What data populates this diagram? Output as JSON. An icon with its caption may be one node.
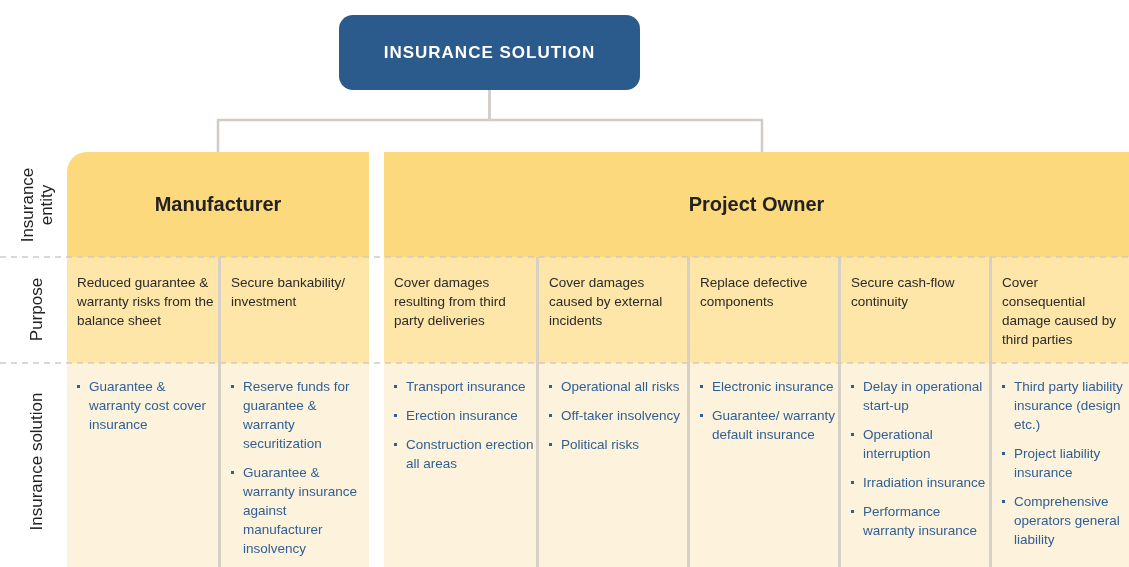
{
  "diagram": {
    "nodes": [
      {
        "text": [
          "INSURANCE SOLUTION"
        ]
      },
      {
        "text": [
          "Manufacturer"
        ]
      },
      {
        "text": [
          "Project Owner"
        ]
      },
      {
        "text": [
          "Reduced guarantee & warranty risks from the balance sheet",
          "Guarantee & warranty cost cover insurance"
        ],
        "in": 1
      },
      {
        "text": [
          "Secure bankability/ investment",
          "Reserve funds for guarantee & warranty securitization",
          "Guarantee & warranty insurance against manufacturer insolvency"
        ],
        "in": 1
      },
      {
        "text": [
          "Cover damages resulting from third party deliveries",
          "Transport insurance",
          "Erection insurance",
          "Construction erection all areas"
        ],
        "in": 2
      },
      {
        "text": [
          "Cover damages caused by external incidents",
          "Operational all risks",
          "Off-taker insolvency",
          "Political risks"
        ],
        "in": 2
      },
      {
        "text": [
          "Replace defective components",
          "Electronic insurance",
          "Guarantee/ warranty default insurance"
        ],
        "in": 2
      },
      {
        "text": [
          "Secure cash-flow continuity",
          "Delay in operational start-up",
          "Operational interruption",
          "Irradiation insurance",
          "Performance warranty insurance"
        ],
        "in": 2
      },
      {
        "text": [
          "Cover consequential damage caused by third parties",
          "Third party liability insurance (design etc.)",
          "Project liability insurance",
          "Comprehensive operators general liability"
        ],
        "in": 2
      }
    ],
    "edges": [
      {
        "from": 0,
        "to": 1,
        "arrow": "none"
      },
      {
        "from": 0,
        "to": 2,
        "arrow": "none"
      }
    ],
    "labels": [
      "Insurance entity",
      "Purpose",
      "Insurance solution"
    ]
  }
}
